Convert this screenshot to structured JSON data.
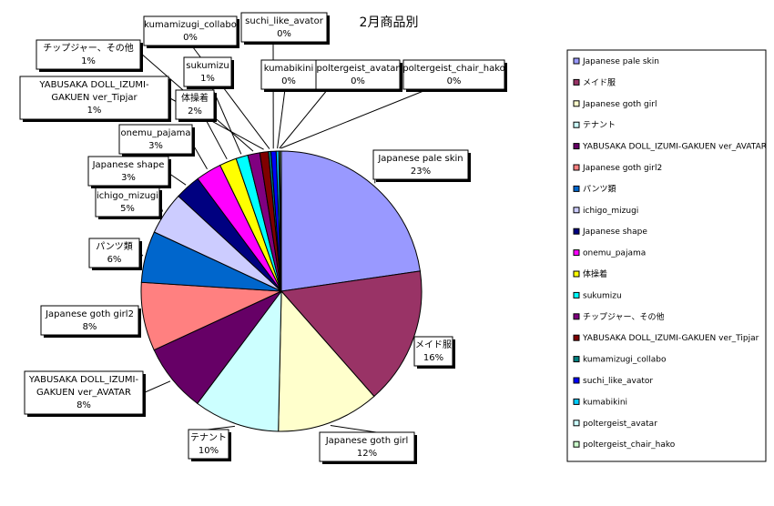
{
  "chart_data": {
    "type": "pie",
    "title": "2月商品別",
    "series": [
      {
        "name": "Japanese pale skin",
        "label": "Japanese pale skin",
        "pct_label": "23%",
        "value": 23,
        "color": "#9999ff"
      },
      {
        "name": "メイド服",
        "label": "メイド服",
        "pct_label": "16%",
        "value": 16,
        "color": "#993366"
      },
      {
        "name": "Japanese goth girl",
        "label": "Japanese goth girl",
        "pct_label": "12%",
        "value": 12,
        "color": "#ffffcc"
      },
      {
        "name": "テナント",
        "label": "テナント",
        "pct_label": "10%",
        "value": 10,
        "color": "#ccffff"
      },
      {
        "name": "YABUSAKA DOLL_IZUMI-GAKUEN ver_AVATAR",
        "label": "YABUSAKA DOLL_IZUMI-GAKUEN ver_AVATAR",
        "pct_label": "8%",
        "value": 8,
        "color": "#660066"
      },
      {
        "name": "Japanese goth girl2",
        "label": "Japanese goth girl2",
        "pct_label": "8%",
        "value": 8,
        "color": "#ff8080"
      },
      {
        "name": "パンツ類",
        "label": "パンツ類",
        "pct_label": "6%",
        "value": 6,
        "color": "#0066cc"
      },
      {
        "name": "ichigo_mizugi",
        "label": "ichigo_mizugi",
        "pct_label": "5%",
        "value": 5,
        "color": "#ccccff"
      },
      {
        "name": "Japanese shape",
        "label": "Japanese shape",
        "pct_label": "3%",
        "value": 3,
        "color": "#000080"
      },
      {
        "name": "onemu_pajama",
        "label": "onemu_pajama",
        "pct_label": "3%",
        "value": 3,
        "color": "#ff00ff"
      },
      {
        "name": "体操着",
        "label": "体操着",
        "pct_label": "2%",
        "value": 2,
        "color": "#ffff00"
      },
      {
        "name": "sukumizu",
        "label": "sukumizu",
        "pct_label": "1%",
        "value": 1.4,
        "color": "#00ffff"
      },
      {
        "name": "チップジャー、その他",
        "label": "チップジャー、その他",
        "pct_label": "1%",
        "value": 1.4,
        "color": "#800080"
      },
      {
        "name": "YABUSAKA DOLL_IZUMI-GAKUEN ver_Tipjar",
        "label": "YABUSAKA DOLL_IZUMI-GAKUEN ver_Tipjar",
        "pct_label": "1%",
        "value": 1.0,
        "color": "#800000"
      },
      {
        "name": "kumamizugi_collabo",
        "label": "kumamizugi_collabo",
        "pct_label": "0%",
        "value": 0.3,
        "color": "#008080"
      },
      {
        "name": "suchi_like_avator",
        "label": "suchi_like_avator",
        "pct_label": "0%",
        "value": 0.6,
        "color": "#0000ff"
      },
      {
        "name": "kumabikini",
        "label": "kumabikini",
        "pct_label": "0%",
        "value": 0.3,
        "color": "#00ccff"
      },
      {
        "name": "poltergeist_avatar",
        "label": "poltergeist_avatar",
        "pct_label": "0%",
        "value": 0.15,
        "color": "#ccffff"
      },
      {
        "name": "poltergeist_chair_hako",
        "label": "poltergeist_chair_hako",
        "pct_label": "0%",
        "value": 0.15,
        "color": "#ccffcc"
      }
    ],
    "legend_position": "right",
    "grid": false
  }
}
